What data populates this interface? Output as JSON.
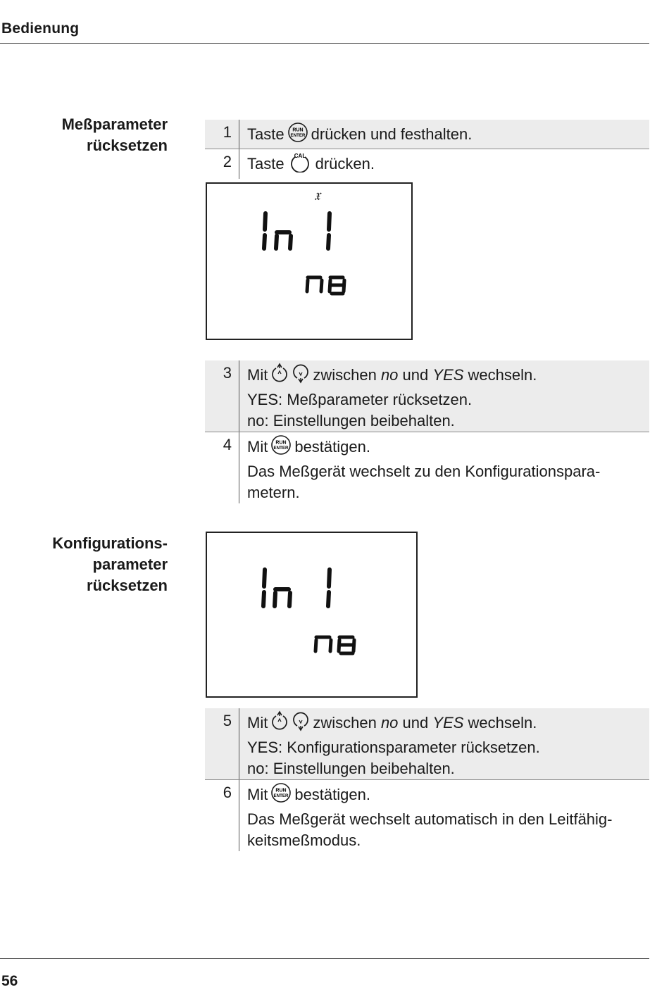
{
  "header": {
    "title": "Bedienung"
  },
  "section1": {
    "heading_lines": [
      "Meßparameter",
      "rücksetzen"
    ],
    "steps_a": [
      {
        "num": "1",
        "before": "Taste",
        "icon": "run-enter-icon",
        "after": "drücken und festhalten."
      },
      {
        "num": "2",
        "before": "Taste",
        "icon": "cal-icon",
        "after": "drücken."
      }
    ],
    "display": {
      "indicator": "𝔵",
      "main": "Ini",
      "sub": "no"
    },
    "steps_b": [
      {
        "num": "3",
        "before": "Mit",
        "icons": [
          "up-arrow-icon",
          "down-arrow-icon"
        ],
        "after_1": "zwischen",
        "opt_no": "no",
        "after_2": "und",
        "opt_yes": "YES",
        "after_3": "wechseln.",
        "line2": "YES: Meßparameter rücksetzen.",
        "line3": "no: Einstellungen beibehalten."
      },
      {
        "num": "4",
        "before": "Mit",
        "icon": "run-enter-icon",
        "after": "bestätigen.",
        "line2": "Das Meßgerät wechselt zu den Konfigurationspara-",
        "line3": "metern."
      }
    ]
  },
  "section2": {
    "heading_lines": [
      "Konfigurations-",
      "parameter",
      "rücksetzen"
    ],
    "display": {
      "main": "Ini",
      "sub": "no"
    },
    "steps": [
      {
        "num": "5",
        "before": "Mit",
        "icons": [
          "up-arrow-icon",
          "down-arrow-icon"
        ],
        "after_1": "zwischen",
        "opt_no": "no",
        "after_2": "und",
        "opt_yes": "YES",
        "after_3": "wechseln.",
        "line2": "YES: Konfigurationsparameter rücksetzen.",
        "line3": "no: Einstellungen beibehalten."
      },
      {
        "num": "6",
        "before": "Mit",
        "icon": "run-enter-icon",
        "after": "bestätigen.",
        "line2": "Das Meßgerät wechselt automatisch in den Leitfähig-",
        "line3": "keitsmeßmodus."
      }
    ]
  },
  "icons": {
    "run_enter_text_1": "RUN",
    "run_enter_text_2": "ENTER",
    "cal_text": "CAL"
  },
  "footer": {
    "page_number": "56"
  }
}
